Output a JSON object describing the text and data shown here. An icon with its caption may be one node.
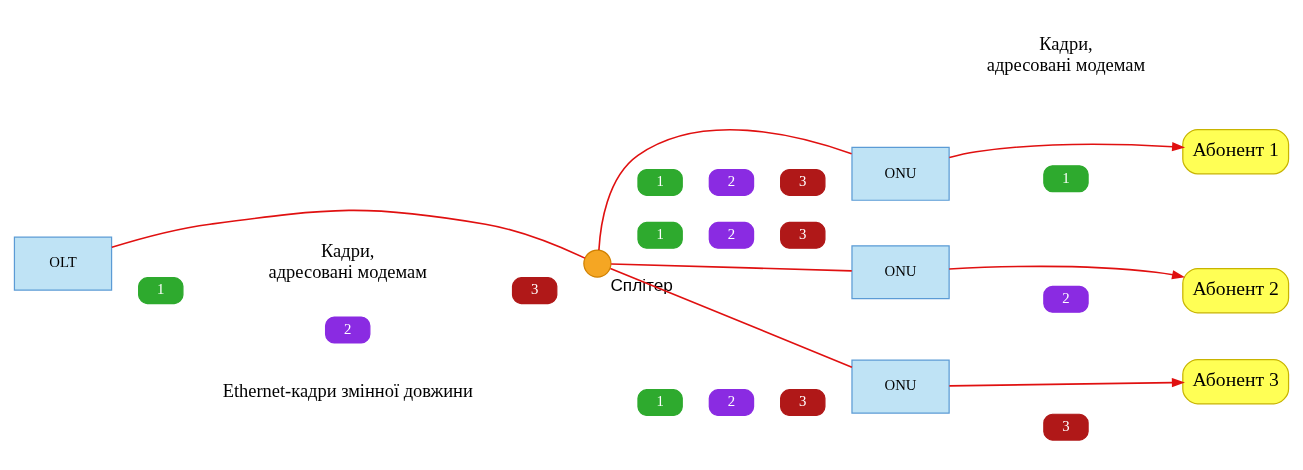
{
  "diagram": {
    "nodes": [
      {
        "text": [
          "OLT"
        ]
      },
      {
        "text": [],
        "shape": "circle",
        "beside": [
          "Сплітер"
        ]
      },
      {
        "text": [
          "ONU"
        ]
      },
      {
        "text": [
          "ONU"
        ]
      },
      {
        "text": [
          "ONU"
        ]
      },
      {
        "text": [
          "Абонент 1"
        ]
      },
      {
        "text": [
          "Абонент 2"
        ]
      },
      {
        "text": [
          "Абонент 3"
        ]
      },
      {
        "text": [
          "1"
        ]
      },
      {
        "text": [
          "2"
        ]
      },
      {
        "text": [
          "3"
        ]
      },
      {
        "text": [
          "1"
        ]
      },
      {
        "text": [
          "2"
        ]
      },
      {
        "text": [
          "3"
        ]
      },
      {
        "text": [
          "1"
        ]
      },
      {
        "text": [
          "2"
        ]
      },
      {
        "text": [
          "3"
        ]
      },
      {
        "text": [
          "1"
        ]
      },
      {
        "text": [
          "2"
        ]
      },
      {
        "text": [
          "3"
        ]
      },
      {
        "text": [
          "1"
        ]
      },
      {
        "text": [
          "2"
        ]
      },
      {
        "text": [
          "3"
        ]
      }
    ],
    "edges": [
      {
        "from": 0,
        "to": 1,
        "arrow": "none"
      },
      {
        "from": 1,
        "to": 2,
        "arrow": "none"
      },
      {
        "from": 1,
        "to": 3,
        "arrow": "none"
      },
      {
        "from": 1,
        "to": 4,
        "arrow": "none"
      },
      {
        "from": 2,
        "to": 5,
        "arrow": "to"
      },
      {
        "from": 3,
        "to": 6,
        "arrow": "to"
      },
      {
        "from": 4,
        "to": 7,
        "arrow": "to"
      }
    ],
    "labels": [
      "Кадри, адресовані модемам",
      "Кадри, адресовані модемам",
      "Ethernet-кадри змінної довжини"
    ]
  }
}
